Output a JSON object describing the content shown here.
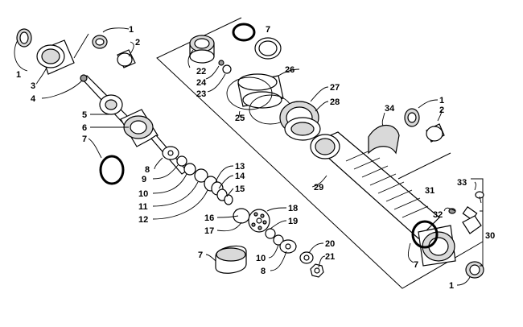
{
  "callouts": {
    "c1a": "1",
    "c2a": "2",
    "c1b": "1",
    "c3": "3",
    "c4": "4",
    "c5": "5",
    "c6": "6",
    "c7a": "7",
    "c8a": "8",
    "c9": "9",
    "c10a": "10",
    "c11": "11",
    "c12": "12",
    "c13": "13",
    "c14": "14",
    "c15": "15",
    "c16": "16",
    "c17": "17",
    "c18": "18",
    "c19": "19",
    "c7b": "7",
    "c10b": "10",
    "c8b": "8",
    "c20": "20",
    "c21": "21",
    "c7c": "7",
    "c22": "22",
    "c24": "24",
    "c23": "23",
    "c26": "26",
    "c25": "25",
    "c27": "27",
    "c28": "28",
    "c29": "29",
    "c34": "34",
    "c1c": "1",
    "c2b": "2",
    "c33": "33",
    "c31": "31",
    "c32": "32",
    "c30": "30",
    "c7d": "7",
    "c1d": "1"
  }
}
